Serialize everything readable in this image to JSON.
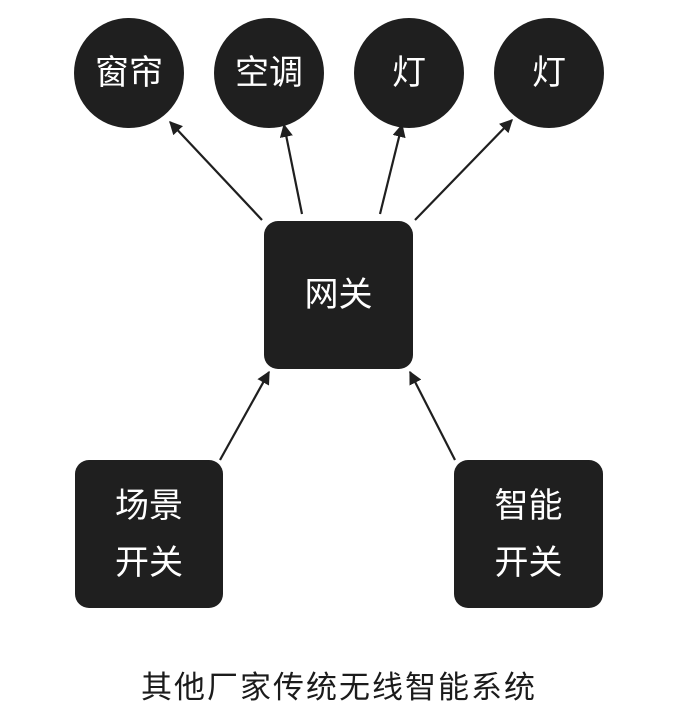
{
  "devices": [
    {
      "label": "窗帘"
    },
    {
      "label": "空调"
    },
    {
      "label": "灯"
    },
    {
      "label": "灯"
    }
  ],
  "gateway": {
    "label": "网关"
  },
  "switches": [
    {
      "lines": [
        "场景",
        "开关"
      ]
    },
    {
      "lines": [
        "智能",
        "开关"
      ]
    }
  ],
  "caption": "其他厂家传统无线智能系统",
  "colors": {
    "node_fill": "#1f1f1f",
    "node_text": "#ffffff",
    "arrow": "#1f1f1f",
    "caption": "#1b1b1b"
  }
}
